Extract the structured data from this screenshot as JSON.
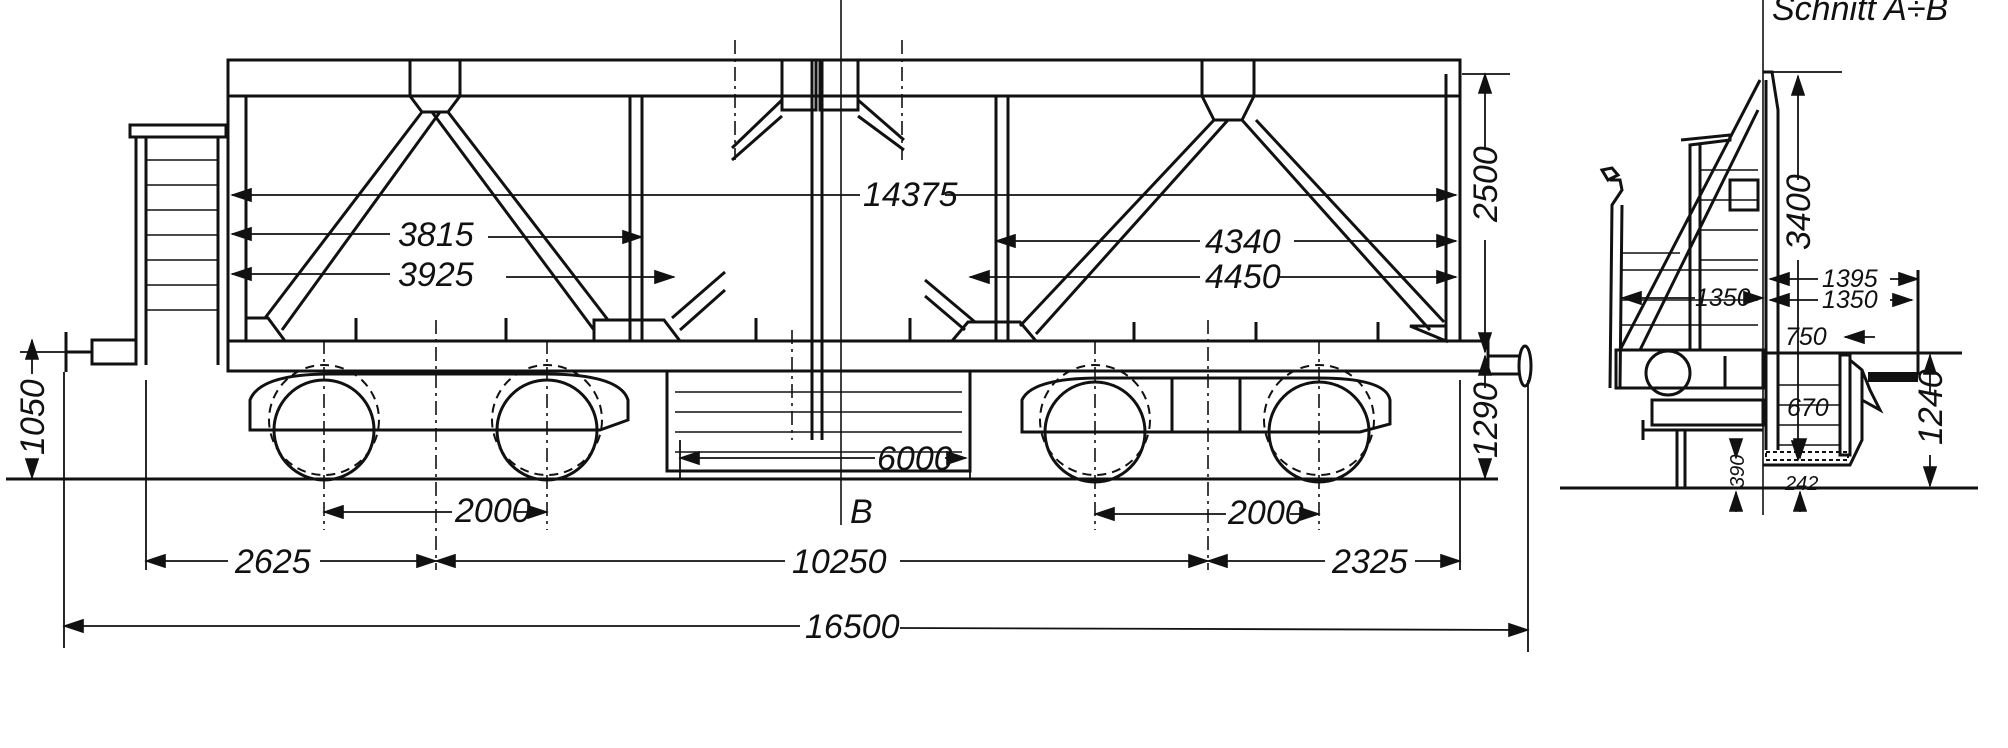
{
  "section_title": "Schnitt A÷B",
  "section_marker": "B",
  "side_view": {
    "dimensions": {
      "overall_length": "14375",
      "left_inner_1": "3815",
      "left_inner_2": "3925",
      "right_inner_1": "4340",
      "right_inner_2": "4450",
      "body_height": "2500",
      "floor_height": "1290",
      "buffer_height": "1050",
      "hopper_width": "6000",
      "bogie_wheelbase_left": "2000",
      "bogie_wheelbase_right": "2000",
      "overhang_left": "2625",
      "bogie_centers": "10250",
      "overhang_right": "2325",
      "length_over_buffers": "16500"
    }
  },
  "section_view": {
    "dimensions": {
      "total_height": "3400",
      "half_width_outer": "1395",
      "half_width_right": "1350",
      "half_width_left": "1350",
      "d750": "750",
      "d670": "670",
      "d390": "390",
      "d242": "242",
      "d1240": "1240"
    }
  }
}
